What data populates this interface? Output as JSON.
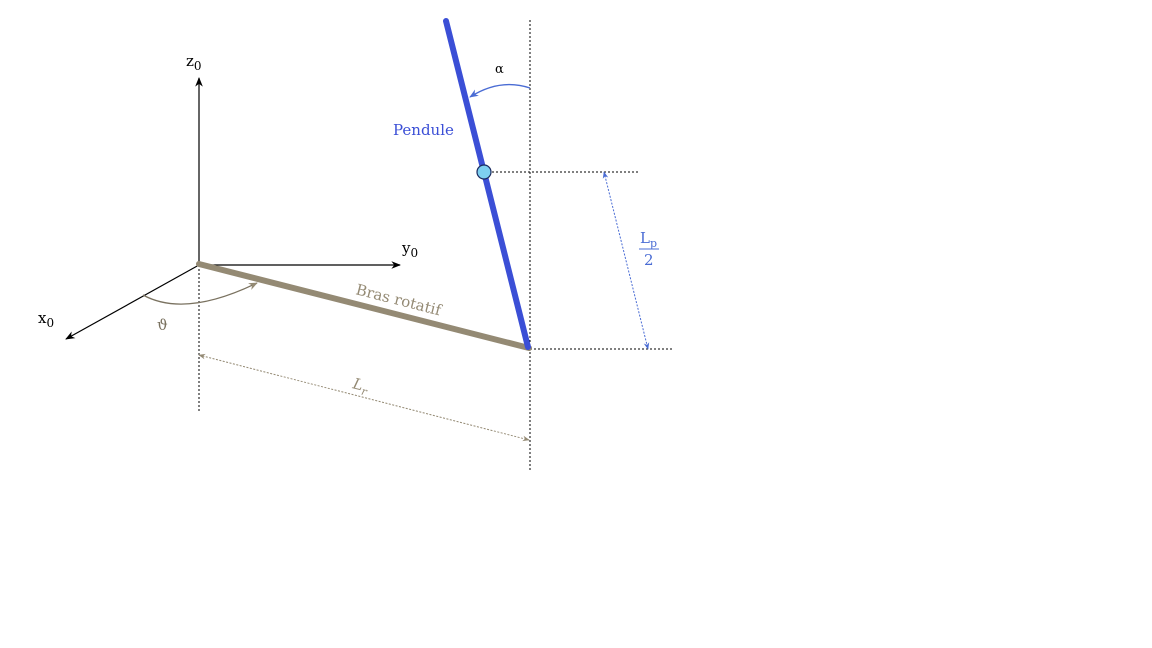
{
  "axes": {
    "z": {
      "symbol": "z",
      "subscript": "0"
    },
    "y": {
      "symbol": "y",
      "subscript": "0"
    },
    "x": {
      "symbol": "x",
      "subscript": "0"
    }
  },
  "labels": {
    "pendulum": "Pendule",
    "arm": "Bras rotatif",
    "alpha": "α",
    "theta": "ϑ",
    "lr": {
      "symbol": "L",
      "subscript": "r"
    },
    "lp_half": {
      "symbol": "L",
      "subscript": "p",
      "denominator": "2"
    }
  },
  "colors": {
    "pendulum": "#3b4fd6",
    "arm": "#948a74",
    "annotation_blue": "#4a6cd4",
    "pivot_fill": "#7ed0f0",
    "axes": "#000000"
  }
}
